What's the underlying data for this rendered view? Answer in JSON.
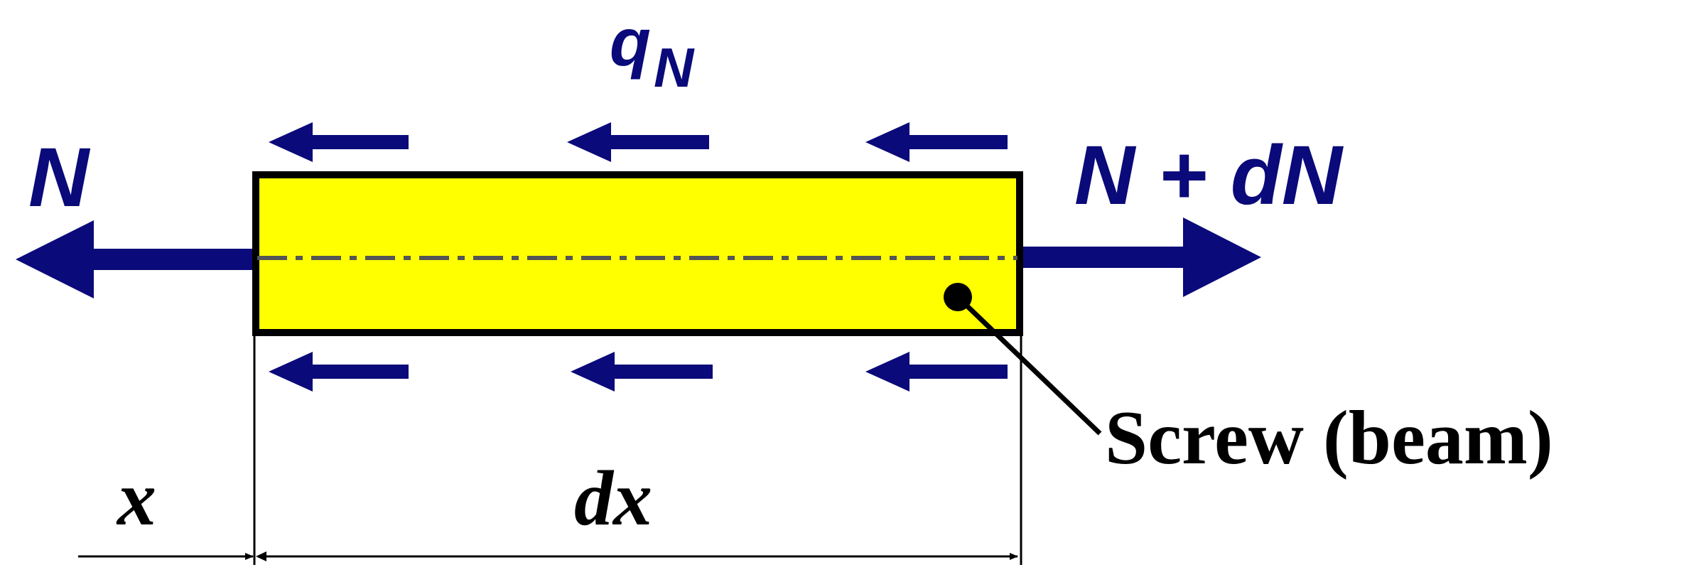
{
  "labels": {
    "load": "q",
    "load_subscript": "N",
    "left_force": "N",
    "right_force": "N + dN",
    "position": "x",
    "length": "dx",
    "callout": "Screw (beam)"
  },
  "colors": {
    "element_fill": "#ffff00",
    "force_arrows": "#0a0a7a",
    "outline": "#000000",
    "centerline": "#555555"
  }
}
